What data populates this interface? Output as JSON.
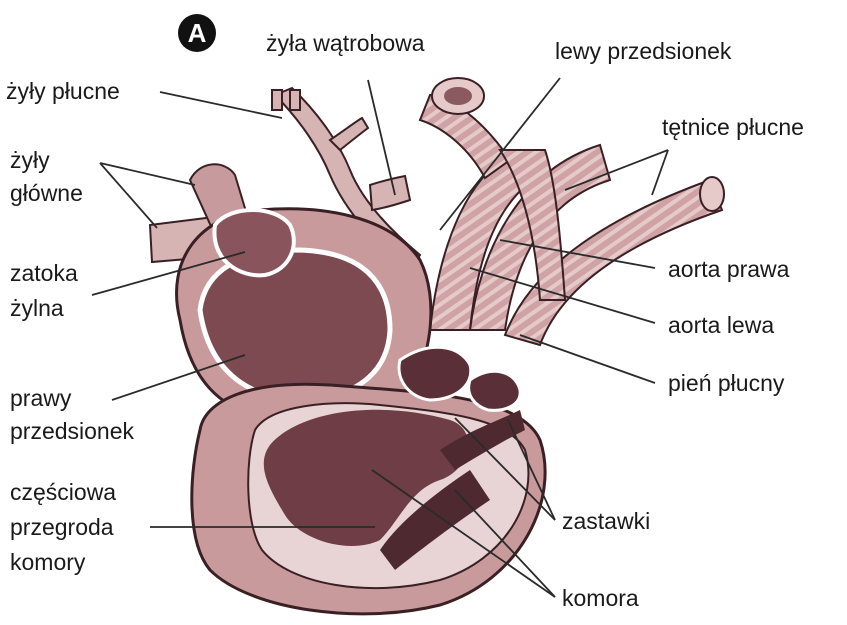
{
  "figure": {
    "panel_letter": "A",
    "colors": {
      "tissue": "#b98a8d",
      "tissue_light": "#d7b4b4",
      "tissue_dark": "#6e3d45",
      "outline": "#3a2024",
      "leader": "#2a2a2a"
    },
    "labels": {
      "zyly_plucne": "żyły płucne",
      "zyla_watrobowa": "żyła wątrobowa",
      "lewy_przedsionek": "lewy przedsionek",
      "tetnice_plucne": "tętnice płucne",
      "zyly_glowne": [
        "żyły",
        "główne"
      ],
      "zatoka_zylna": [
        "zatoka",
        "żylna"
      ],
      "aorta_prawa": "aorta prawa",
      "aorta_lewa": "aorta lewa",
      "pien_plucny": "pień płucny",
      "prawy_przedsionek": [
        "prawy",
        "przedsionek"
      ],
      "czesciowa_przegroda": [
        "częściowa",
        "przegroda",
        "komory"
      ],
      "zastawki": "zastawki",
      "komora": "komora"
    }
  }
}
